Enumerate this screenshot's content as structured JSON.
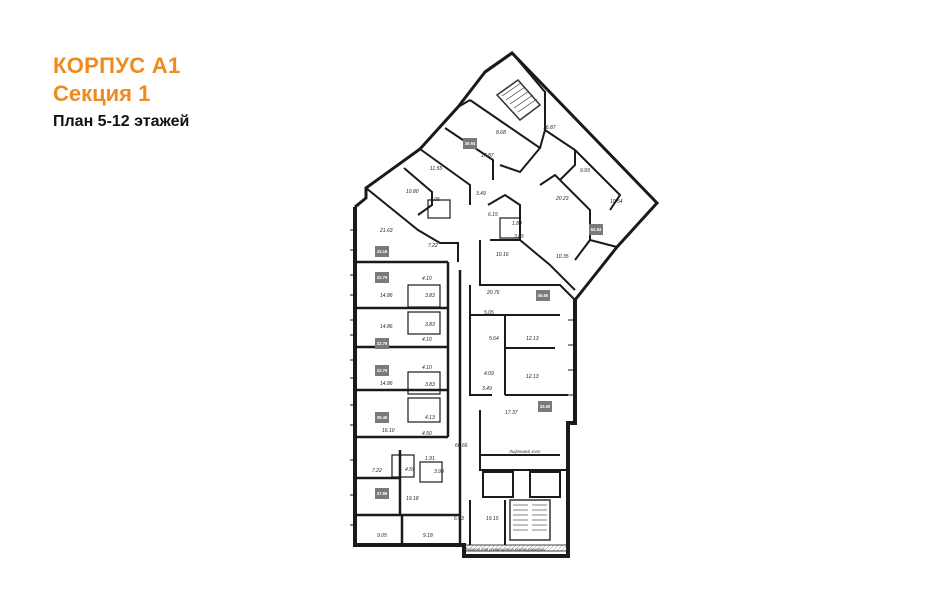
{
  "header": {
    "building": "КОРПУС А1",
    "section": "Секция 1",
    "floors": "План 5-12 этажей"
  },
  "colors": {
    "title_accent": "#f08a1c",
    "wall": "#1a1a1a",
    "badge": "#7a7a7a"
  },
  "badges": [
    "36.94",
    "62.94",
    "43.16",
    "22.79",
    "22.79",
    "22.79",
    "45.60",
    "35.46",
    "47.89",
    "33.50"
  ],
  "areas": [
    "8.68",
    "16.87",
    "17.87",
    "11.55",
    "10.80",
    "3.49",
    "4.05",
    "9.93",
    "20.23",
    "10.54",
    "21.63",
    "7.22",
    "6.15",
    "1.89",
    "3.85",
    "10.16",
    "10.35",
    "4.10",
    "3.83",
    "14.86",
    "20.76",
    "14.86",
    "3.83",
    "5.05",
    "4.10",
    "5.64",
    "12.13",
    "4.10",
    "4.09",
    "14.86",
    "3.83",
    "3.49",
    "12.13",
    "4.13",
    "17.37",
    "16.10",
    "4.50",
    "66.66",
    "1.91",
    "7.22",
    "4.59",
    "3.98",
    "19.18",
    "6.03",
    "19.15",
    "9.05",
    "9.18"
  ],
  "notes": {
    "elevator_hall": "Лифтовой холл",
    "balcony_note": "Балкон для размещения кондиционеров"
  }
}
